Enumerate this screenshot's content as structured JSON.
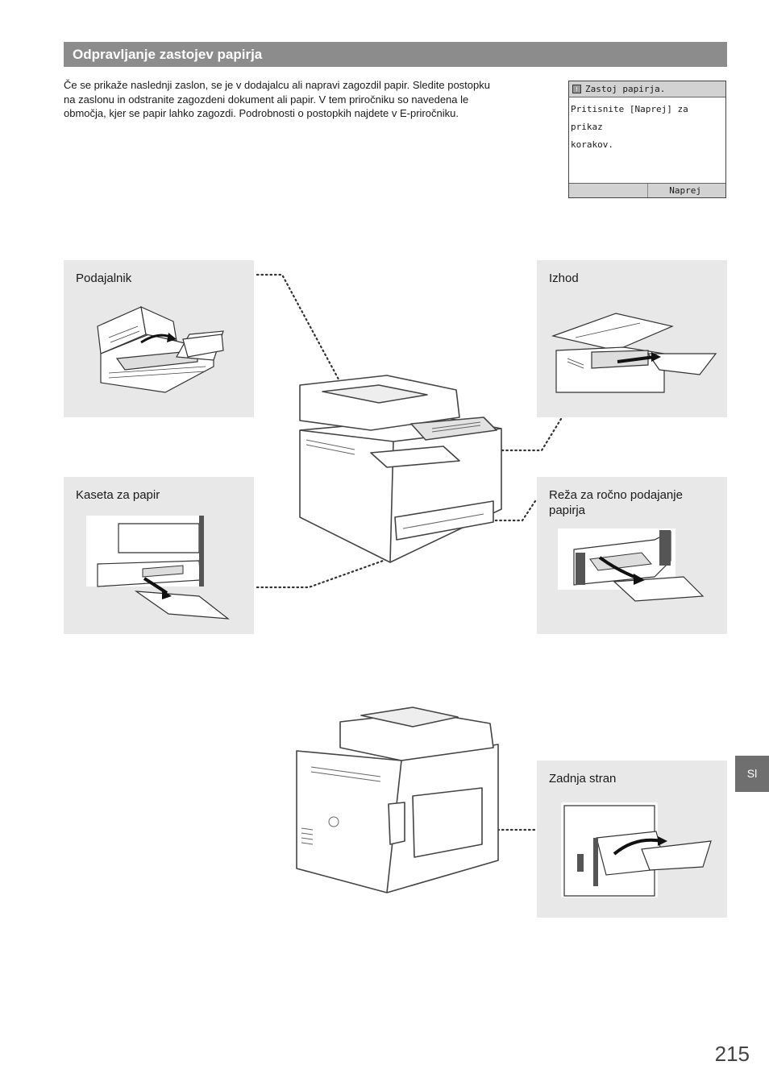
{
  "section": {
    "title": "Odpravljanje zastojev papirja"
  },
  "intro": {
    "lines": [
      "Če se prikaže naslednji zaslon, se je v dodajalcu ali napravi zagozdil papir. Sledite postopku",
      "na zaslonu in odstranite zagozdeni dokument ali papir. V tem priročniku so navedena le",
      "območja, kjer se papir lahko zagozdi. Podrobnosti o postopkih najdete v E-priročniku."
    ]
  },
  "lcd": {
    "icon": "alert-icon",
    "title": "Zastoj papirja.",
    "body_lines": [
      "Pritisnite [Naprej] za prikaz",
      "korakov."
    ],
    "softkey": "Naprej"
  },
  "panels": {
    "feeder": {
      "label": "Podajalnik"
    },
    "output": {
      "label": "Izhod"
    },
    "cassette": {
      "label": "Kaseta za papir"
    },
    "manual": {
      "label": "Reža za ročno podajanje papirja"
    },
    "rear": {
      "label": "Zadnja stran"
    }
  },
  "language_tab": "Sl",
  "page_number": "215"
}
